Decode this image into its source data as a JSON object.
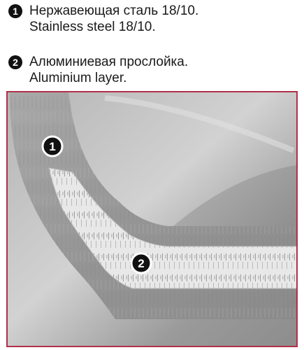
{
  "legend": [
    {
      "number": "1",
      "text_ru": "Нержавеющая сталь 18/10.",
      "text_en": "Stainless steel 18/10."
    },
    {
      "number": "2",
      "text_ru": "Алюминиевая прослойка.",
      "text_en": "Aluminium layer."
    }
  ],
  "diagram_markers": {
    "steel": "1",
    "aluminium": "2"
  },
  "colors": {
    "frame": "#b0304a",
    "steel": "#9e9e9e",
    "aluminium": "#e6e6e6",
    "inner_surface": "#c4c4c4",
    "marker": "#111111"
  }
}
